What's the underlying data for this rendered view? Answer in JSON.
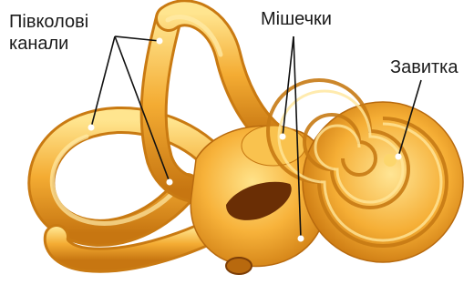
{
  "labels": {
    "canals_line1": "Півколові",
    "canals_line2": "канали",
    "sacs": "Мішечки",
    "cochlea": "Завитка"
  },
  "colors": {
    "bone_light": "#FFE07A",
    "bone_mid": "#F7B53C",
    "bone_dark": "#D98A1A",
    "bone_shadow": "#A85C0C",
    "leader": "#111111",
    "background": "#FFFFFF"
  }
}
